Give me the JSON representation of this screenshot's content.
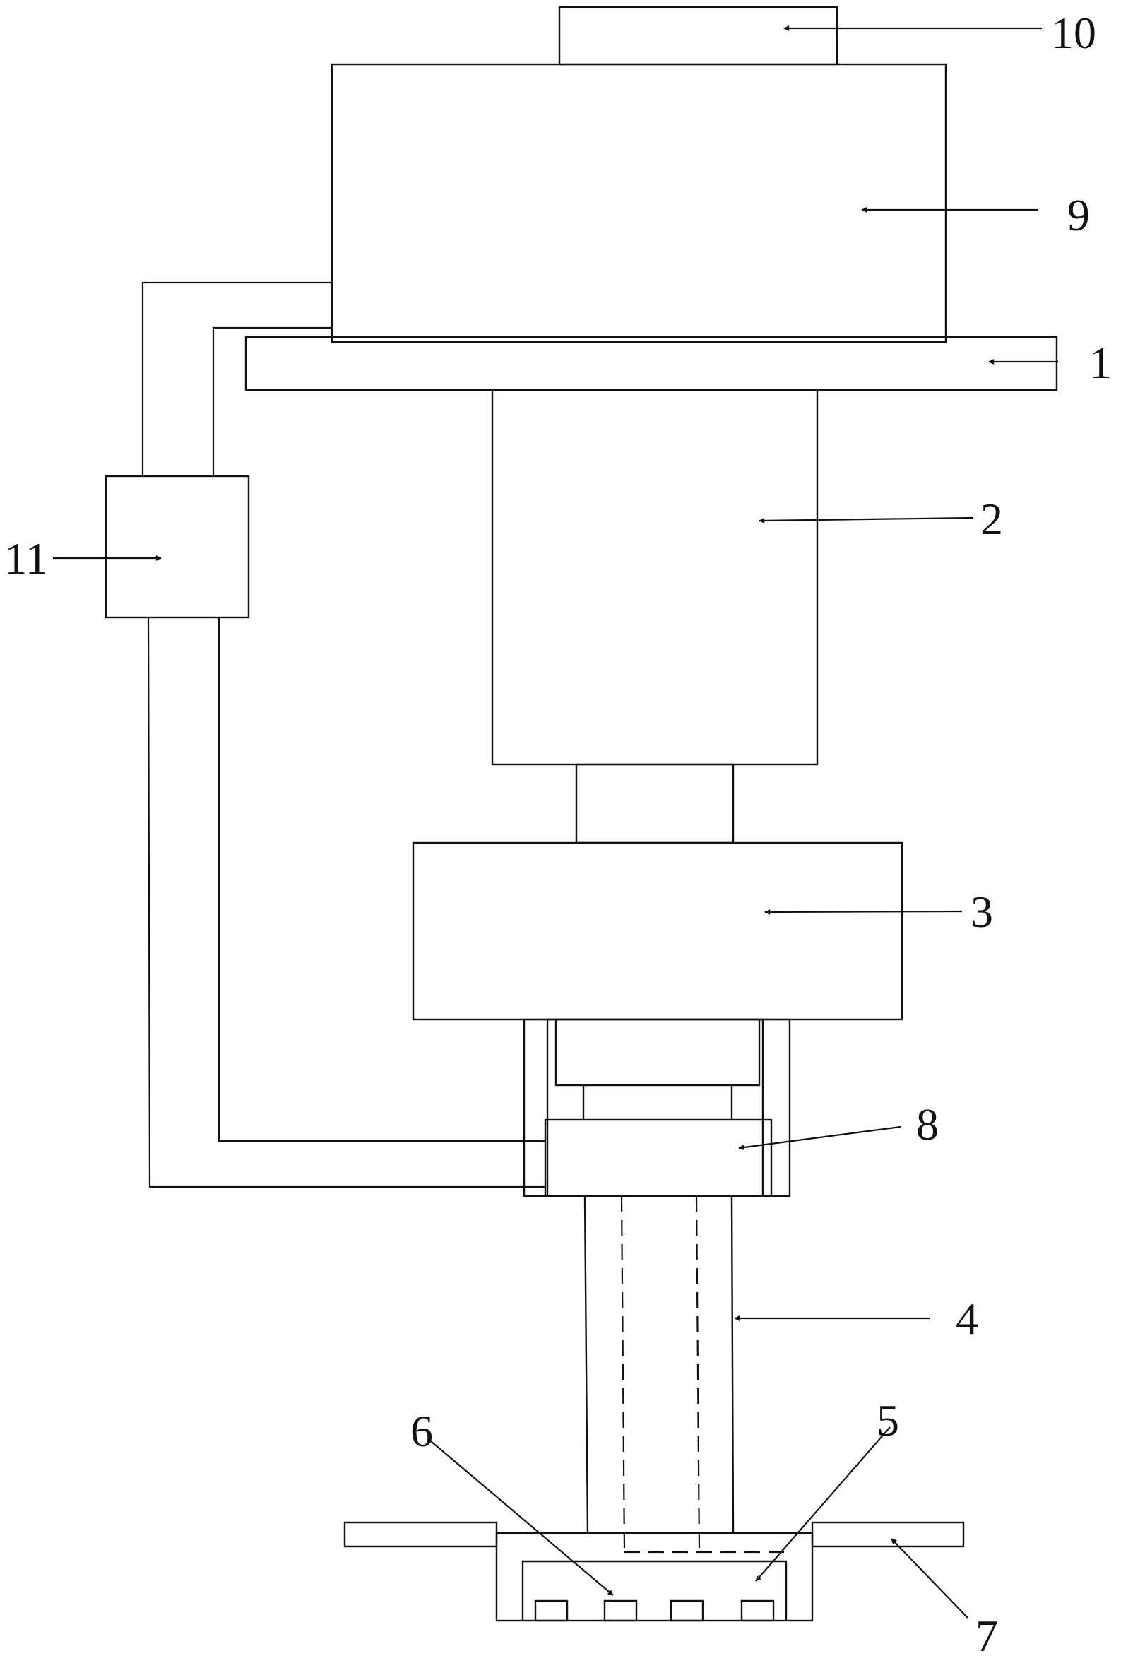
{
  "figure": {
    "callouts": [
      "1",
      "2",
      "3",
      "4",
      "5",
      "6",
      "7",
      "8",
      "9",
      "10",
      "11"
    ]
  },
  "labels": {
    "p1": "1",
    "p2": "2",
    "p3": "3",
    "p4": "4",
    "p5": "5",
    "p6": "6",
    "p7": "7",
    "p8": "8",
    "p9": "9",
    "p10": "10",
    "p11": "11"
  }
}
